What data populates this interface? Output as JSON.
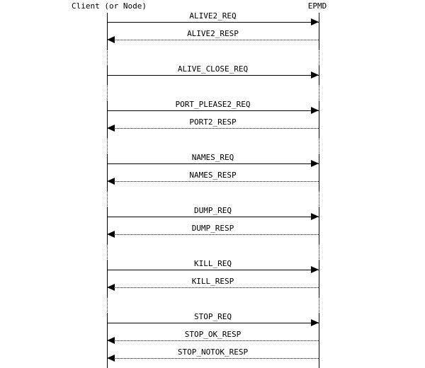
{
  "diagram": {
    "type": "sequence-diagram",
    "colors": {
      "foreground": "#000000",
      "background": "#ffffff"
    },
    "participants": [
      {
        "name": "Client (or Node)"
      },
      {
        "name": "EPMD"
      }
    ],
    "groups": [
      {
        "messages": [
          {
            "label": "ALIVE2_REQ",
            "direction": "request",
            "from": "Client (or Node)",
            "to": "EPMD"
          },
          {
            "label": "ALIVE2_RESP",
            "direction": "response",
            "from": "EPMD",
            "to": "Client (or Node)"
          }
        ]
      },
      {
        "messages": [
          {
            "label": "ALIVE_CLOSE_REQ",
            "direction": "request",
            "from": "Client (or Node)",
            "to": "EPMD"
          }
        ]
      },
      {
        "messages": [
          {
            "label": "PORT_PLEASE2_REQ",
            "direction": "request",
            "from": "Client (or Node)",
            "to": "EPMD"
          },
          {
            "label": "PORT2_RESP",
            "direction": "response",
            "from": "EPMD",
            "to": "Client (or Node)"
          }
        ]
      },
      {
        "messages": [
          {
            "label": "NAMES_REQ",
            "direction": "request",
            "from": "Client (or Node)",
            "to": "EPMD"
          },
          {
            "label": "NAMES_RESP",
            "direction": "response",
            "from": "EPMD",
            "to": "Client (or Node)"
          }
        ]
      },
      {
        "messages": [
          {
            "label": "DUMP_REQ",
            "direction": "request",
            "from": "Client (or Node)",
            "to": "EPMD"
          },
          {
            "label": "DUMP_RESP",
            "direction": "response",
            "from": "EPMD",
            "to": "Client (or Node)"
          }
        ]
      },
      {
        "messages": [
          {
            "label": "KILL_REQ",
            "direction": "request",
            "from": "Client (or Node)",
            "to": "EPMD"
          },
          {
            "label": "KILL_RESP",
            "direction": "response",
            "from": "EPMD",
            "to": "Client (or Node)"
          }
        ]
      },
      {
        "messages": [
          {
            "label": "STOP_REQ",
            "direction": "request",
            "from": "Client (or Node)",
            "to": "EPMD"
          },
          {
            "label": "STOP_OK_RESP",
            "direction": "response",
            "from": "EPMD",
            "to": "Client (or Node)"
          },
          {
            "label": "STOP_NOTOK_RESP",
            "direction": "response",
            "from": "EPMD",
            "to": "Client (or Node)"
          }
        ]
      }
    ]
  }
}
